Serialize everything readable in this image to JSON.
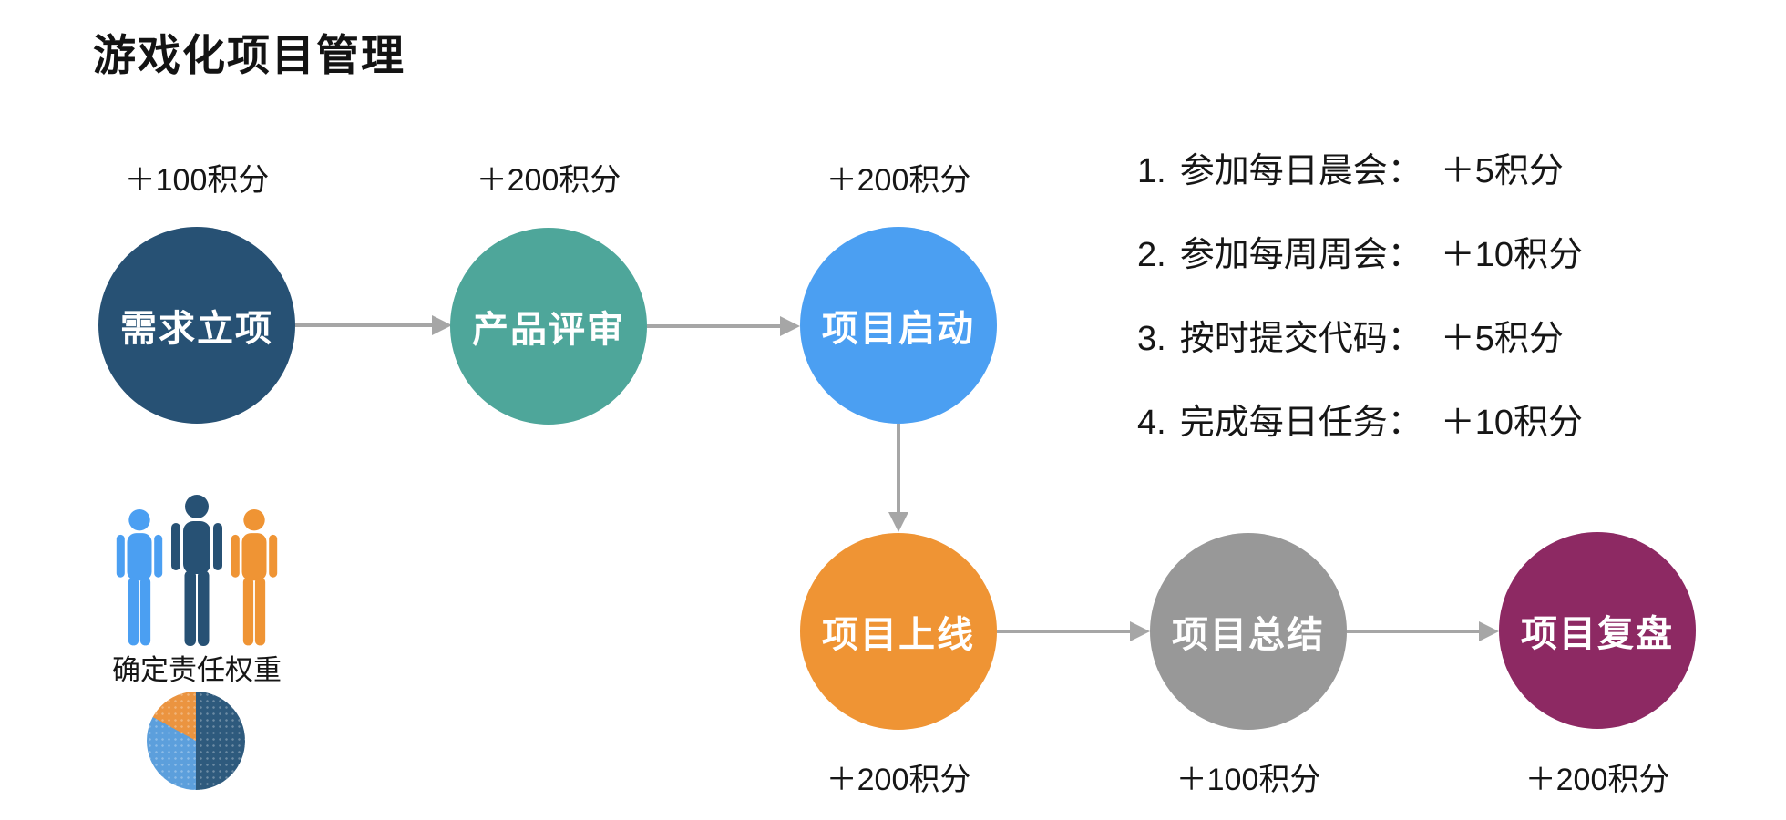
{
  "title": "游戏化项目管理",
  "stages": [
    {
      "label": "需求立项",
      "points": "＋100积分",
      "color": "#275174",
      "points_side": "above"
    },
    {
      "label": "产品评审",
      "points": "＋200积分",
      "color": "#4ea69a",
      "points_side": "above"
    },
    {
      "label": "项目启动",
      "points": "＋200积分",
      "color": "#4b9ff2",
      "points_side": "above"
    },
    {
      "label": "项目上线",
      "points": "＋200积分",
      "color": "#ef9434",
      "points_side": "below"
    },
    {
      "label": "项目总结",
      "points": "＋100积分",
      "color": "#989898",
      "points_side": "below"
    },
    {
      "label": "项目复盘",
      "points": "＋200积分",
      "color": "#8d2963",
      "points_side": "below"
    }
  ],
  "edges": [
    [
      0,
      1
    ],
    [
      1,
      2
    ],
    [
      2,
      3
    ],
    [
      3,
      4
    ],
    [
      4,
      5
    ]
  ],
  "tasks": [
    {
      "num": "1.",
      "text": "参加每日晨会：",
      "points": "＋5积分"
    },
    {
      "num": "2.",
      "text": "参加每周周会：",
      "points": "＋10积分"
    },
    {
      "num": "3.",
      "text": "按时提交代码：",
      "points": "＋5积分"
    },
    {
      "num": "4.",
      "text": "完成每日任务：",
      "points": "＋10积分"
    }
  ],
  "team_caption": "确定责任权重",
  "chart_data": {
    "type": "pie",
    "slices": [
      {
        "color": "#2e5a7d",
        "pct": 50
      },
      {
        "color": "#5c9fdc",
        "pct": 33
      },
      {
        "color": "#eb9440",
        "pct": 17
      }
    ],
    "legend": "none",
    "texture": "halftone-dots"
  },
  "colors": {
    "c1": "#275174",
    "c2": "#4ea69a",
    "c3": "#4b9ff2",
    "c4": "#ef9434",
    "c5": "#989898",
    "c6": "#8d2963",
    "arrow": "#a6a6a6",
    "pblue": "#4b9ff2",
    "pnavy": "#275174",
    "porange": "#ef9434",
    "text": "#161616"
  }
}
